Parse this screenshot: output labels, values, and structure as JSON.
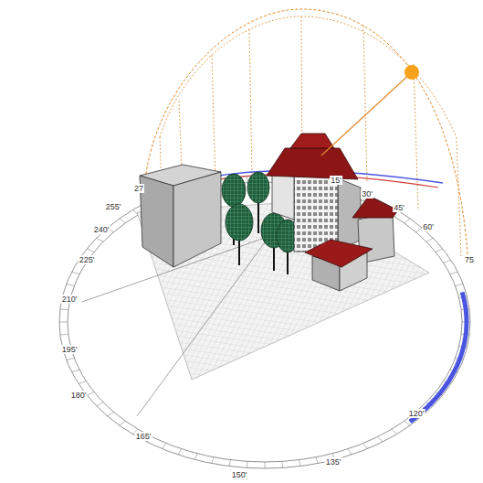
{
  "diagram": {
    "labels": [
      "27",
      "255'",
      "240'",
      "225'",
      "210'",
      "195'",
      "180'",
      "165'",
      "150'",
      "135'",
      "120'",
      "15'",
      "30'",
      "45'",
      "60'",
      "75"
    ]
  }
}
